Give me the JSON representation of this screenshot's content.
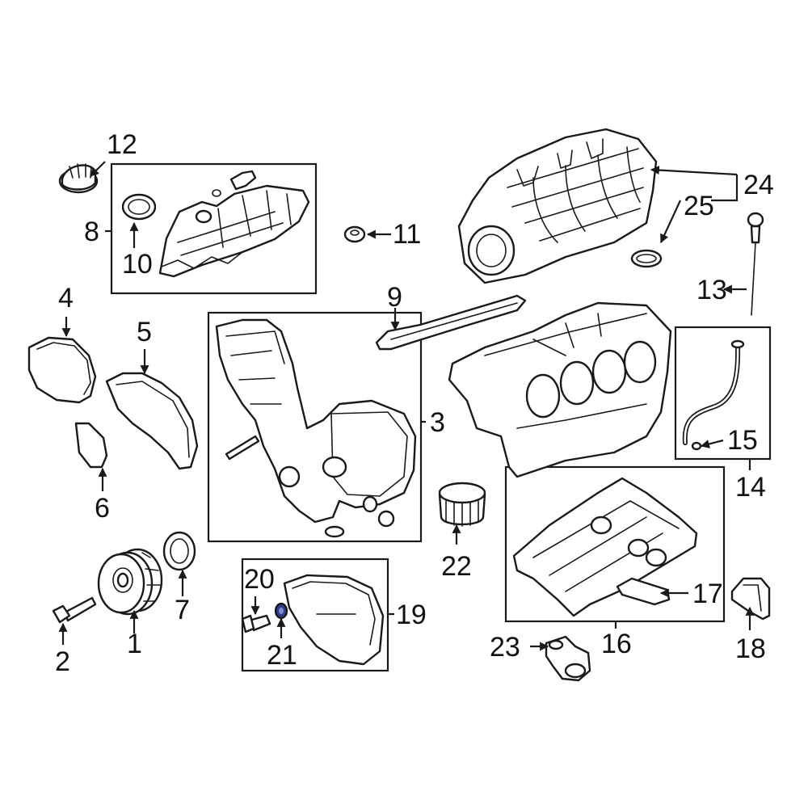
{
  "callouts": {
    "c1": "1",
    "c2": "2",
    "c3": "3",
    "c4": "4",
    "c5": "5",
    "c6": "6",
    "c7": "7",
    "c8": "8",
    "c9": "9",
    "c10": "10",
    "c11": "11",
    "c12": "12",
    "c13": "13",
    "c14": "14",
    "c15": "15",
    "c16": "16",
    "c17": "17",
    "c18": "18",
    "c19": "19",
    "c20": "20",
    "c21": "21",
    "c22": "22",
    "c23": "23",
    "c24": "24",
    "c25": "25"
  },
  "colors": {
    "highlight": "#2a3e8c",
    "line": "#1a1a1a"
  }
}
